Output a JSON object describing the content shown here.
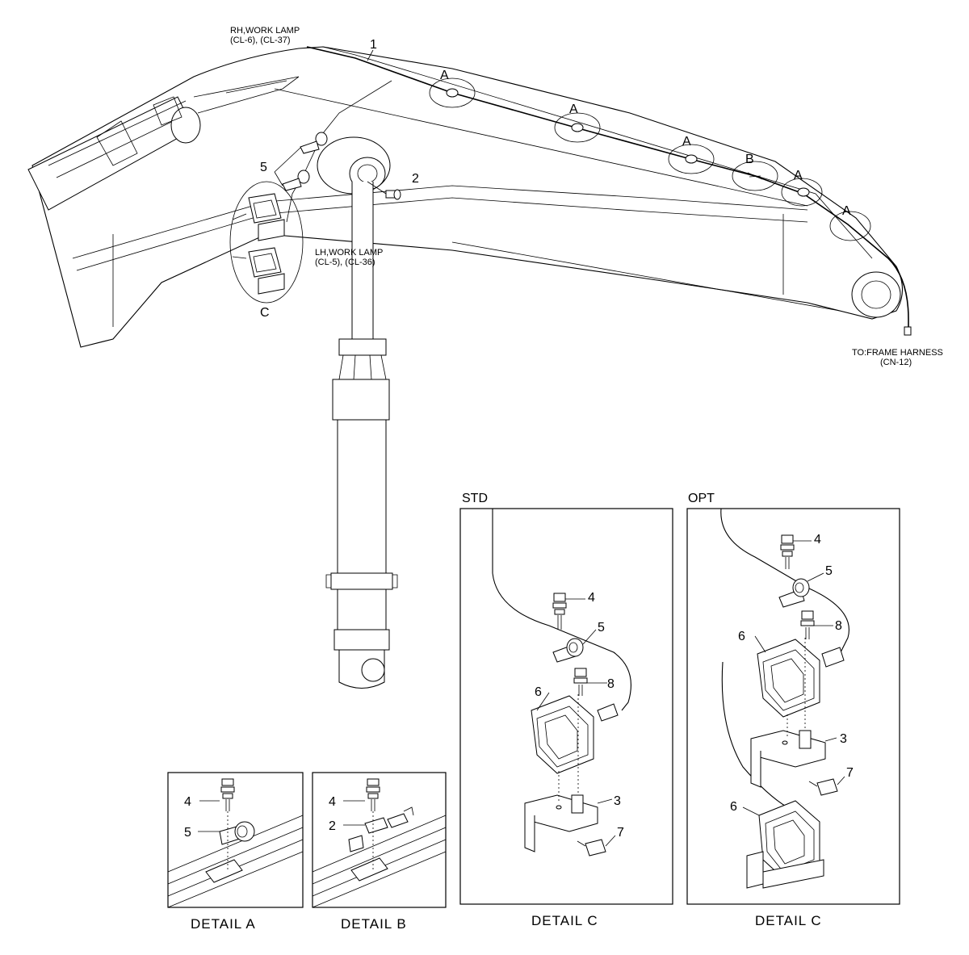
{
  "labels": {
    "rh_lamp_line1": "RH,WORK LAMP",
    "rh_lamp_line2": "(CL-6), (CL-37)",
    "lh_lamp_line1": "LH,WORK LAMP",
    "lh_lamp_line2": "(CL-5), (CL-36)",
    "frame_line1": "TO:FRAME HARNESS",
    "frame_line2": "(CN-12)",
    "clamp_a": "A",
    "clamp_b": "B",
    "detail_c_marker": "C",
    "std": "STD",
    "opt": "OPT",
    "detail_a": "DETAIL  A",
    "detail_b": "DETAIL  B",
    "detail_c": "DETAIL  C"
  },
  "parts": {
    "p1": "1",
    "p2": "2",
    "p3": "3",
    "p4": "4",
    "p5": "5",
    "p6": "6",
    "p7": "7",
    "p8": "8"
  }
}
